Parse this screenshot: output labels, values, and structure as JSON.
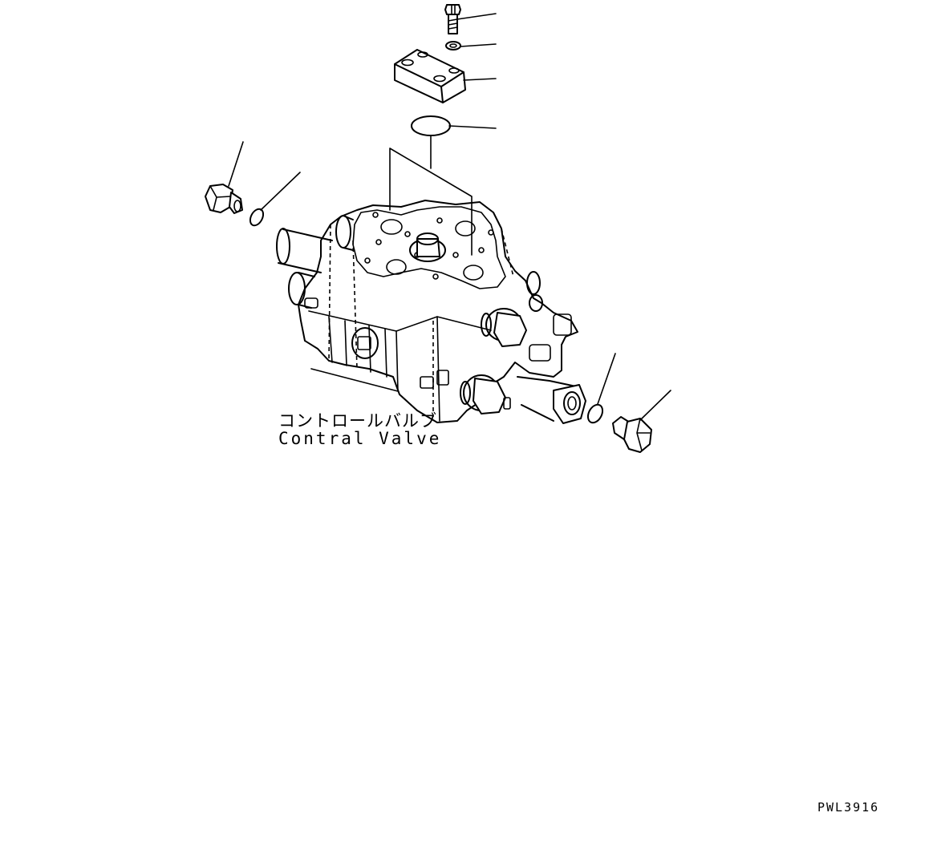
{
  "assembly": {
    "label_jp": "コントロールバルブ",
    "label_en": "Contral Valve"
  },
  "drawing_number": "PWL3916"
}
